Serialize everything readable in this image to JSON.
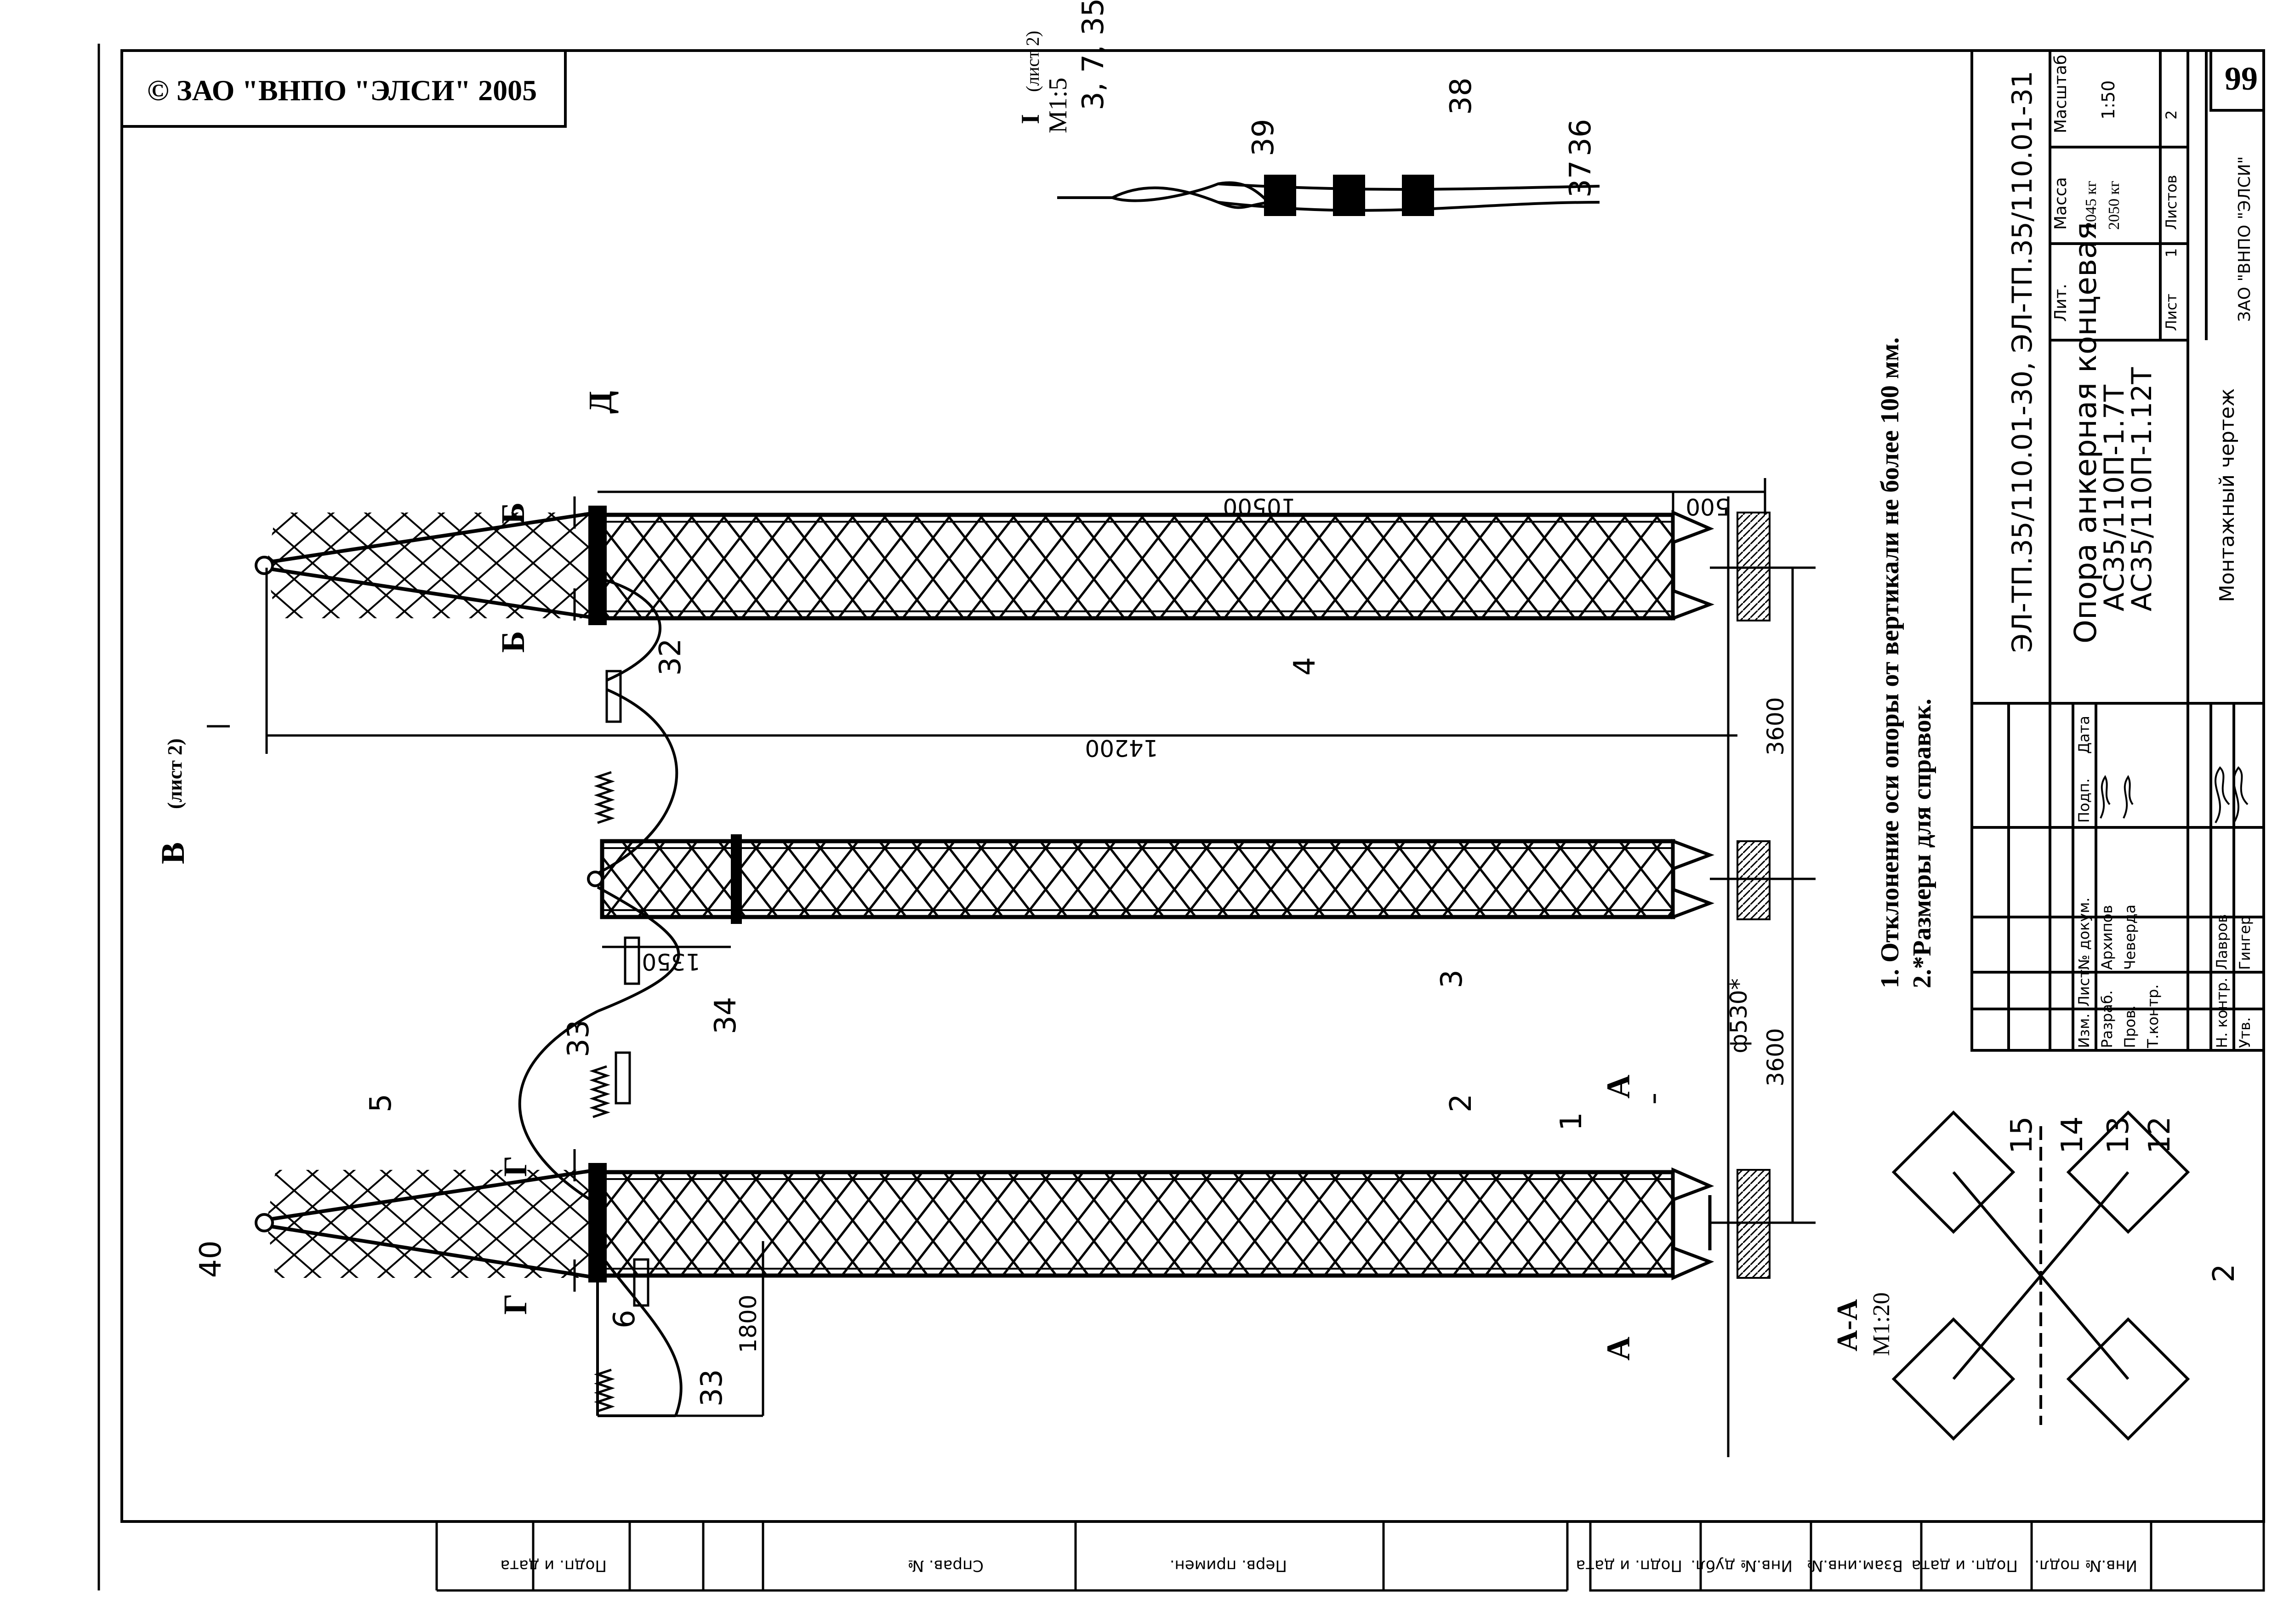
{
  "copyright": "© ЗАО \"ВНПО \"ЭЛСИ\" 2005",
  "sheet_number": "99",
  "notes": [
    "1. Отклонение  оси опоры от вертикали не более 100 мм.",
    "2.*Размеры для справок."
  ],
  "title_block": {
    "designation": "ЭЛ-ТП.35/110.01-30, ЭЛ-ТП.35/110.01-31",
    "title_line1": "Опора анкерная концевая",
    "title_line2": "АС35/110П-1.7Т",
    "title_line3": "АС35/110П-1.12Т",
    "drawing_type": "Монтажный чертеж",
    "organization": "ЗАО \"ВНПО \"ЭЛСИ\"",
    "col_lit": "Лит.",
    "col_mass": "Масса",
    "col_scale": "Масштаб",
    "mass_1": "2045 кг",
    "mass_2": "2050 кг",
    "scale": "1:50",
    "sheet_label": "Лист",
    "sheet_value": "1",
    "sheets_label": "Листов",
    "sheets_value": "2",
    "hdr_izm": "Изм.",
    "hdr_list": "Лист",
    "hdr_doc": "№ докум.",
    "hdr_sign": "Подп.",
    "hdr_date": "Дата",
    "roles": [
      {
        "role": "Разраб.",
        "name": "Архипов"
      },
      {
        "role": "Пров.",
        "name": "Чеверда"
      },
      {
        "role": "Т.контр.",
        "name": ""
      },
      {
        "role": "",
        "name": ""
      },
      {
        "role": "Н. контр.",
        "name": "Лавров"
      },
      {
        "role": "Утв.",
        "name": "Гингер"
      }
    ]
  },
  "side_stamp": {
    "perv_primen": "Перв. примен.",
    "sprav_no": "Справ. №",
    "podp_i_data": "Подп. и дата",
    "inv_dubl": "Инв.№ дубл.",
    "vzam_inv": "Взам.инв.№",
    "inv_podl": "Инв.№ подл."
  },
  "dimensions": {
    "d14200": "14200",
    "d10500": "10500",
    "d500": "500",
    "d3600a": "3600",
    "d3600b": "3600",
    "d1350": "1350",
    "d1800": "1800",
    "d530": "ф530*"
  },
  "section_marks": {
    "B": "Б",
    "G": "Г",
    "A": "А",
    "D": "Д",
    "V": "В",
    "V_ref": "(лист 2)"
  },
  "section_titles": {
    "aa_title": "А-А",
    "aa_scale": "М1:20",
    "detail_title": "I",
    "detail_scale": "М1:5",
    "detail_ref": "(лист 2)"
  },
  "callouts": {
    "c1": "1",
    "c2": "2",
    "c3": "3",
    "c4": "4",
    "c5": "5",
    "c6": "6",
    "c32": "32",
    "c33a": "33",
    "c33b": "33",
    "c34": "34",
    "c40": "40",
    "c3_7_35": "3, 7, 35",
    "c36": "36",
    "c37": "37",
    "c38": "38",
    "c39": "39",
    "c12": "12",
    "c13": "13",
    "c14": "14",
    "c15": "15",
    "c2b": "2"
  }
}
